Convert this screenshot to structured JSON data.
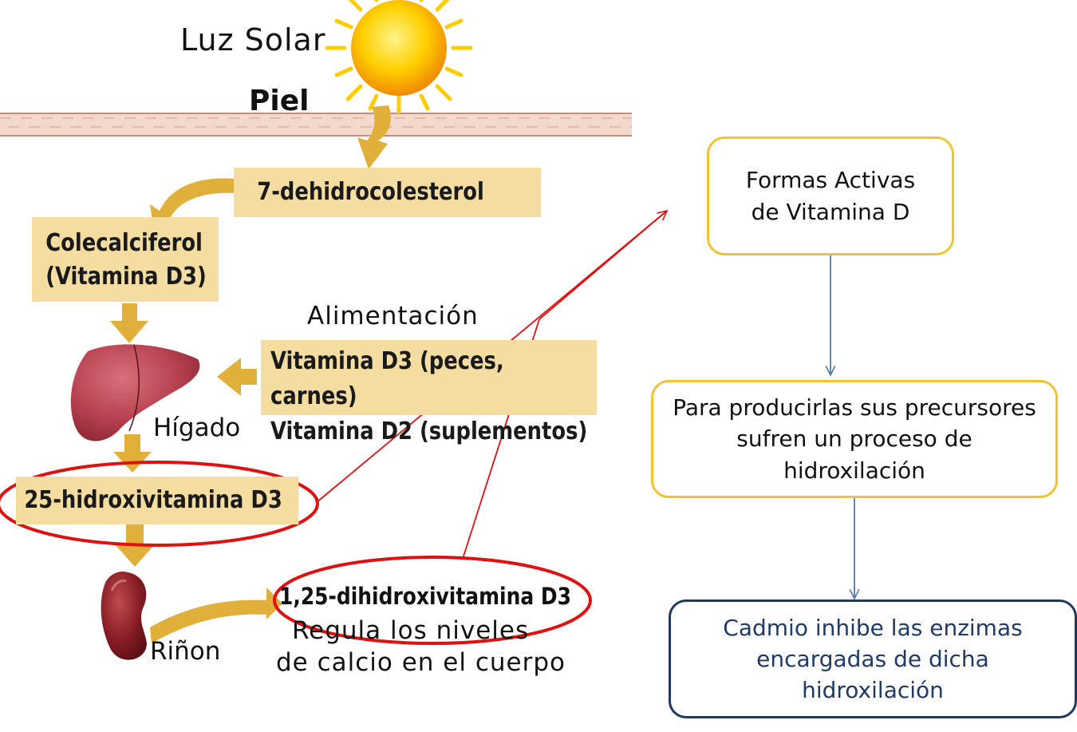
{
  "pathway": {
    "sunlight": "Luz Solar",
    "skin": "Piel",
    "dehydro": "7-dehidrocolesterol",
    "chole_line1": "Colecalciferol",
    "chole_line2": "(Vitamina D3)",
    "diet_title": "Alimentación",
    "diet_line1": "Vitamina D3 (peces, carnes)",
    "diet_line2": "Vitamina D2 (suplementos)",
    "liver": "Hígado",
    "hydroxy25": "25-hidroxivitamina D3",
    "kidney": "Riñon",
    "dihydroxy": "1,25-dihidroxivitamina D3",
    "regulates_line1": "Regula los niveles",
    "regulates_line2": "de calcio en el cuerpo"
  },
  "flow": {
    "box1": "Formas Activas de Vitamina D",
    "box2": "Para producirlas sus precursores sufren un proceso de hidroxilación",
    "box3": "Cadmio inhibe las enzimas encargadas de dicha hidroxilación"
  },
  "colors": {
    "tag_fill": "#f5dca0",
    "arrow_fill": "#e0b03a",
    "highlight_red": "#e01010",
    "box_yellow_border": "#f2c230",
    "box_navy_border": "#1f3a5f",
    "connector_blue": "#4a78b0"
  }
}
